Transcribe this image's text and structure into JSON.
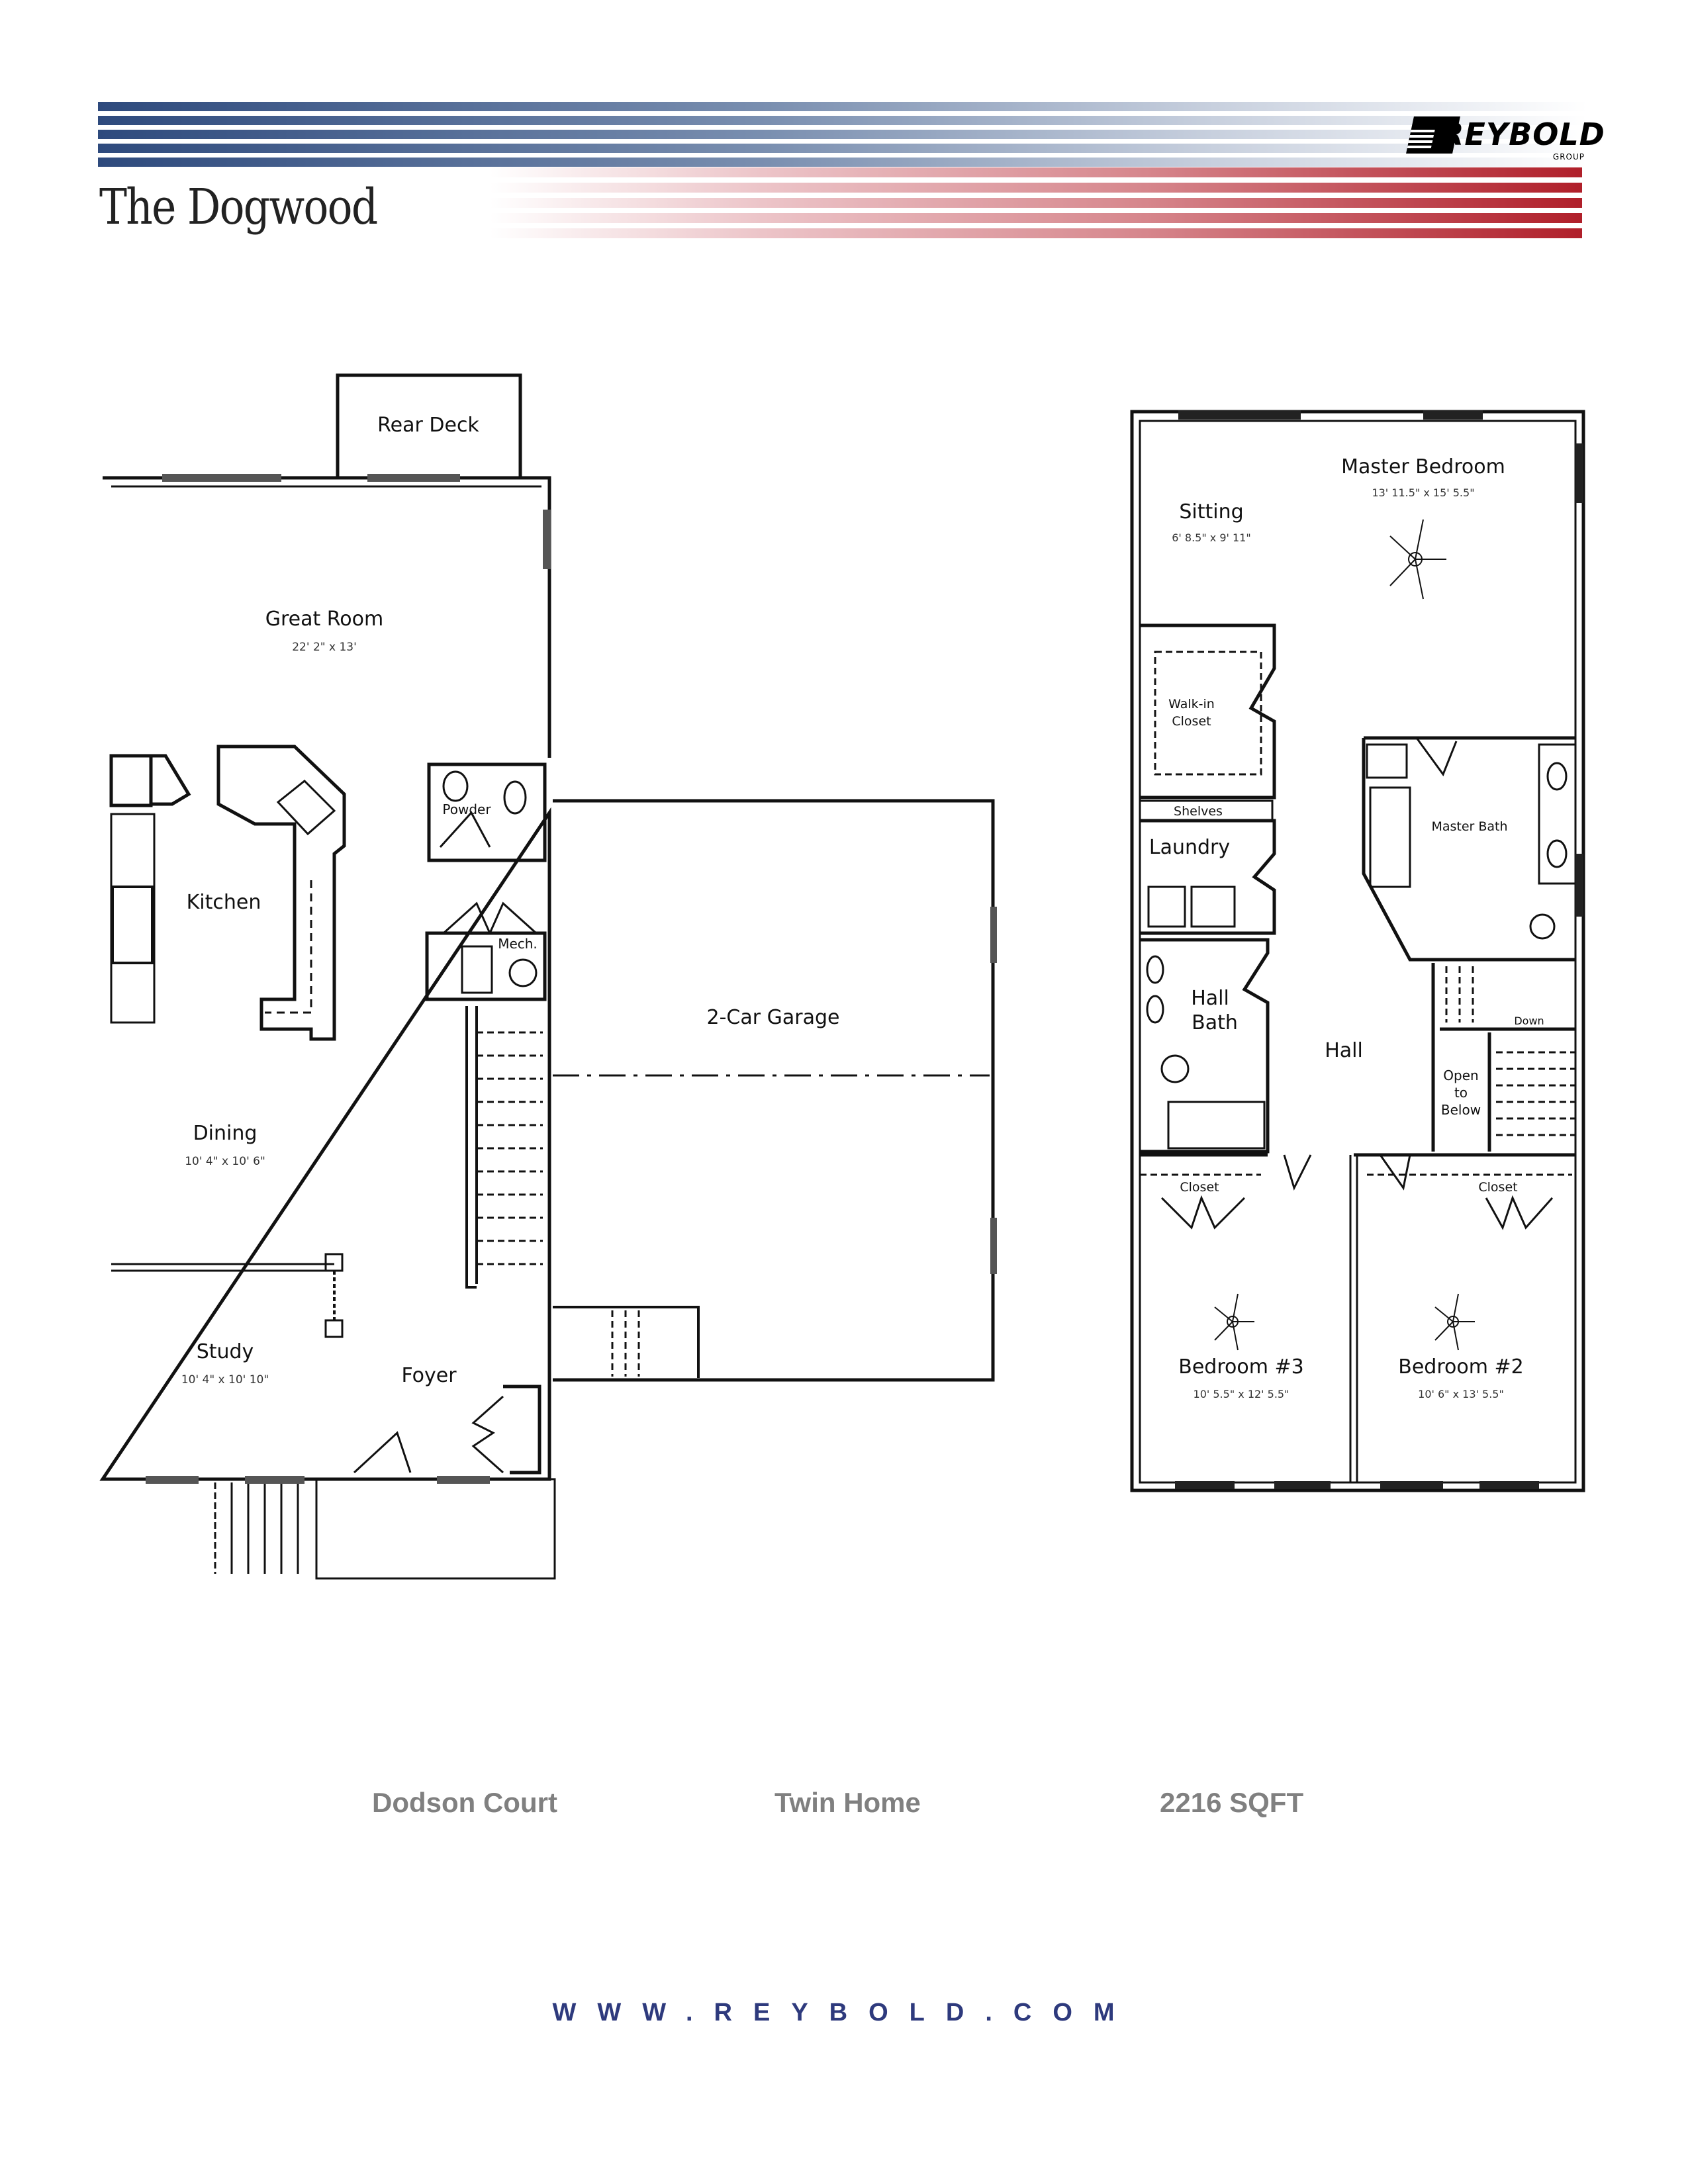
{
  "header": {
    "title": "The Dogwood",
    "logo": {
      "name": "REYBOLD",
      "sub": "GROUP"
    },
    "colors": {
      "blue": "#2e4a7d",
      "red": "#b01f2a"
    }
  },
  "first_floor": {
    "rooms": {
      "rear_deck": {
        "label": "Rear Deck"
      },
      "great_room": {
        "label": "Great Room",
        "dims": "22' 2\" x 13'"
      },
      "kitchen": {
        "label": "Kitchen"
      },
      "powder": {
        "label": "Powder"
      },
      "mech": {
        "label": "Mech."
      },
      "dining": {
        "label": "Dining",
        "dims": "10' 4\" x 10' 6\""
      },
      "study": {
        "label": "Study",
        "dims": "10' 4\" x 10' 10\""
      },
      "foyer": {
        "label": "Foyer"
      },
      "garage": {
        "label": "2-Car Garage"
      }
    }
  },
  "second_floor": {
    "rooms": {
      "sitting": {
        "label": "Sitting",
        "dims": "6' 8.5\" x 9' 11\""
      },
      "master_bedroom": {
        "label": "Master Bedroom",
        "dims": "13' 11.5\" x 15' 5.5\""
      },
      "walk_in_closet": {
        "label1": "Walk-in",
        "label2": "Closet"
      },
      "shelves": {
        "label": "Shelves"
      },
      "laundry": {
        "label": "Laundry"
      },
      "master_bath": {
        "label": "Master Bath"
      },
      "hall_bath": {
        "label1": "Hall",
        "label2": "Bath"
      },
      "hall": {
        "label": "Hall"
      },
      "open_below": {
        "label1": "Open",
        "label2": "to",
        "label3": "Below"
      },
      "down": {
        "label": "Down"
      },
      "closet_left": {
        "label": "Closet"
      },
      "closet_right": {
        "label": "Closet"
      },
      "bedroom3": {
        "label": "Bedroom #3",
        "dims": "10' 5.5\" x 12' 5.5\""
      },
      "bedroom2": {
        "label": "Bedroom #2",
        "dims": "10' 6\" x 13' 5.5\""
      }
    }
  },
  "footer": {
    "community": "Dodson Court",
    "home_type": "Twin Home",
    "sqft": "2216 SQFT",
    "website": "WWW.REYBOLD.COM"
  }
}
